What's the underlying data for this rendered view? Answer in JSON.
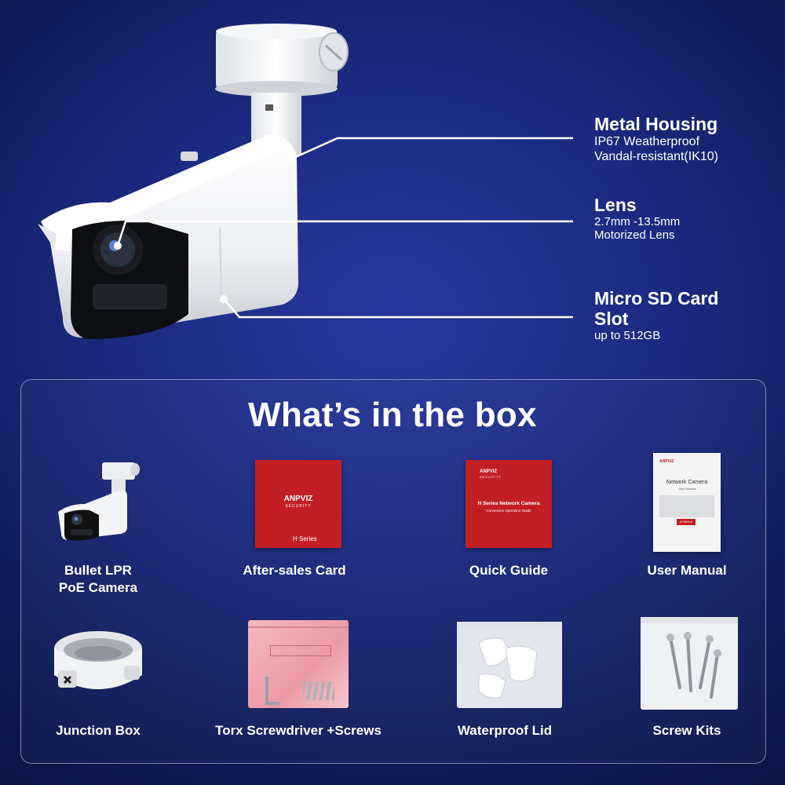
{
  "features": [
    {
      "title": "Metal Housing",
      "lines": [
        "IP67 Weatherproof",
        "Vandal-resistant(IK10)"
      ]
    },
    {
      "title": "Lens",
      "lines": [
        "2.7mm -13.5mm",
        "Motorized Lens"
      ]
    },
    {
      "title": "Micro SD Card\nSlot",
      "lines": [
        "up to 512GB"
      ]
    }
  ],
  "box": {
    "title": "What’s in the box",
    "items": [
      {
        "label": "Bullet LPR\nPoE Camera",
        "icon": "camera-icon"
      },
      {
        "label": "After-sales Card",
        "icon": "card-icon",
        "brand": "ANPVIZ",
        "brand_sub": "SECURITY",
        "series": "H Series"
      },
      {
        "label": "Quick Guide",
        "icon": "guide-icon",
        "brand": "ANPVIZ",
        "brand_sub": "SECURITY",
        "heading": "H Series Network Camera",
        "sub": "Connection Operation Guide"
      },
      {
        "label": "User Manual",
        "icon": "manual-icon",
        "brand": "ANPVIZ",
        "heading": "Network Camera",
        "sub": "User Manual",
        "series": "H Series"
      },
      {
        "label": "Junction Box",
        "icon": "junction-box-icon"
      },
      {
        "label": "Torx Screwdriver +Screws",
        "icon": "screwdriver-icon"
      },
      {
        "label": "Waterproof Lid",
        "icon": "lid-icon"
      },
      {
        "label": "Screw Kits",
        "icon": "screw-kit-icon"
      }
    ]
  },
  "colors": {
    "background": "#1b2a80",
    "red_card": "#c21f24",
    "white": "#ffffff"
  }
}
